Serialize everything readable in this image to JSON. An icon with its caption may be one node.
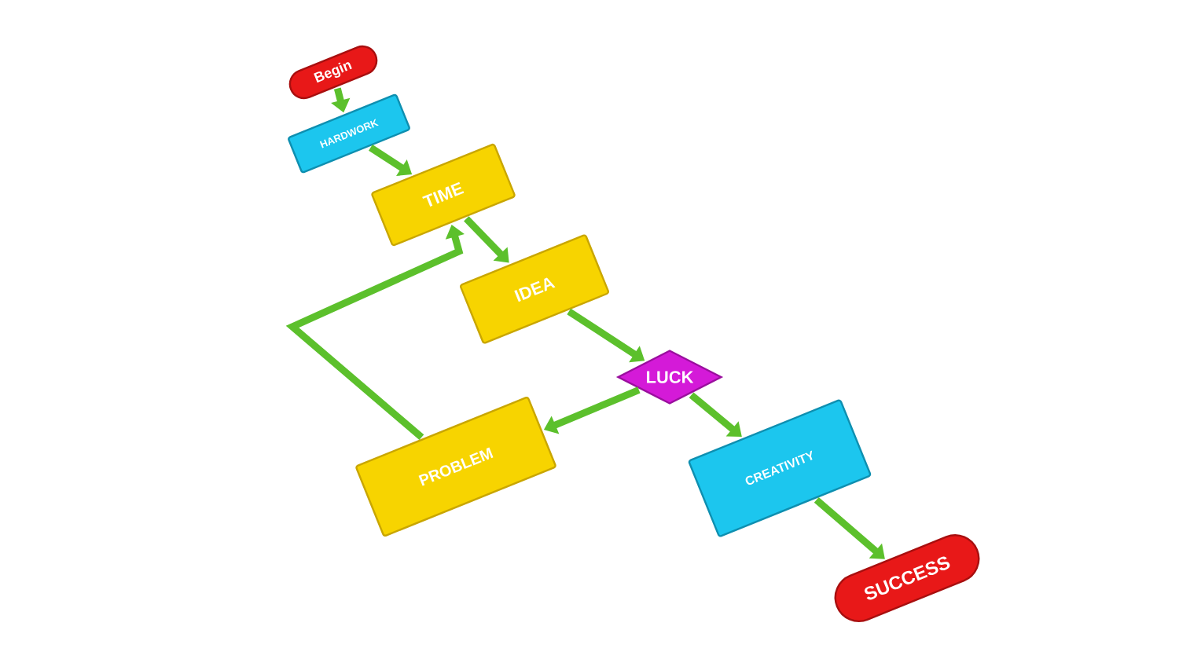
{
  "diagram": {
    "nodes": [
      {
        "text": [
          "Begin"
        ]
      },
      {
        "text": [
          "HARDWORK"
        ]
      },
      {
        "text": [
          "TIME"
        ]
      },
      {
        "text": [
          "IDEA"
        ]
      },
      {
        "text": [
          "LUCK"
        ]
      },
      {
        "text": [
          "PROBLEM"
        ]
      },
      {
        "text": [
          "CREATIVITY"
        ]
      },
      {
        "text": [
          "SUCCESS"
        ]
      }
    ],
    "edges": [
      {
        "from": 0,
        "to": 1,
        "arrow": "to"
      },
      {
        "from": 1,
        "to": 2,
        "arrow": "to"
      },
      {
        "from": 2,
        "to": 3,
        "arrow": "to"
      },
      {
        "from": 3,
        "to": 4,
        "arrow": "to"
      },
      {
        "from": 4,
        "to": 5,
        "arrow": "to"
      },
      {
        "from": 4,
        "to": 6,
        "arrow": "to"
      },
      {
        "from": 6,
        "to": 7,
        "arrow": "to"
      },
      {
        "from": 5,
        "to": 2,
        "arrow": "to"
      }
    ]
  }
}
